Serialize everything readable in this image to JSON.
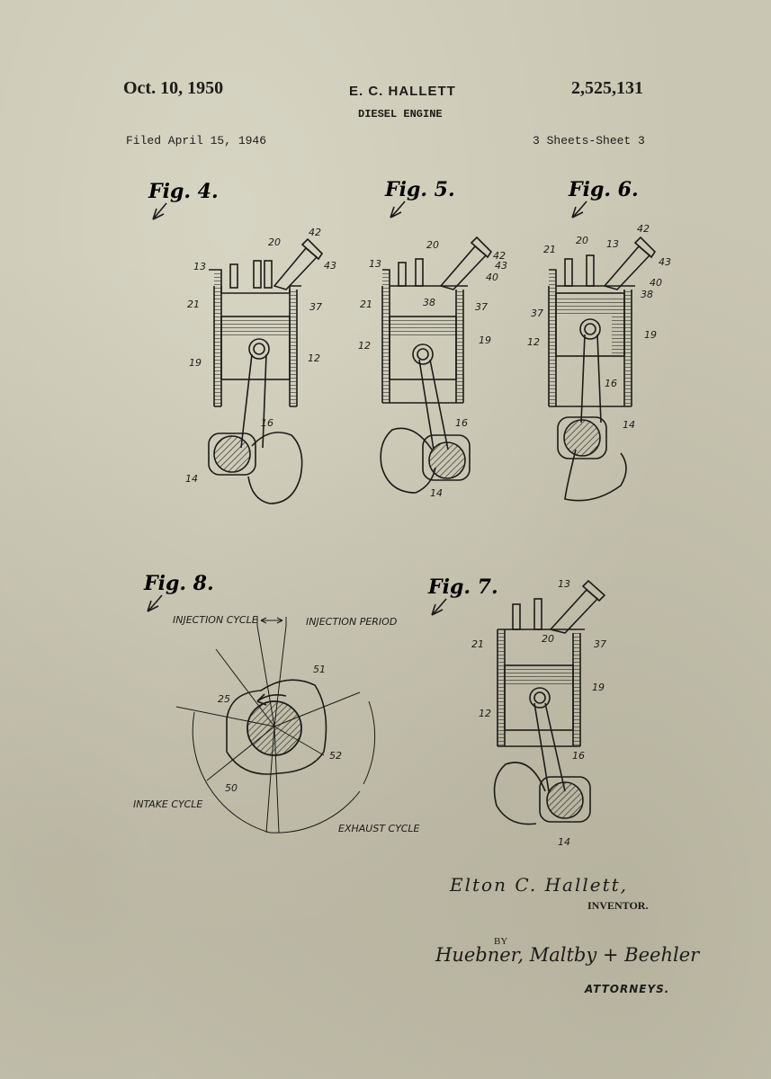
{
  "header": {
    "date": "Oct. 10, 1950",
    "inventor": "E. C. HALLETT",
    "patent_number": "2,525,131",
    "title": "DIESEL ENGINE",
    "filed": "Filed April 15, 1946",
    "sheets": "3 Sheets-Sheet 3"
  },
  "figures": {
    "fig4": {
      "label": "Fig. 4.",
      "refs": [
        "20",
        "42",
        "13",
        "43",
        "21",
        "37",
        "19",
        "12",
        "16",
        "14"
      ]
    },
    "fig5": {
      "label": "Fig. 5.",
      "refs": [
        "20",
        "13",
        "42",
        "43",
        "40",
        "21",
        "38",
        "37",
        "12",
        "19",
        "16",
        "14"
      ]
    },
    "fig6": {
      "label": "Fig. 6.",
      "refs": [
        "42",
        "21",
        "20",
        "13",
        "43",
        "40",
        "38",
        "37",
        "12",
        "19",
        "16",
        "14"
      ]
    },
    "fig7": {
      "label": "Fig. 7.",
      "refs": [
        "13",
        "21",
        "20",
        "37",
        "19",
        "12",
        "16",
        "14"
      ]
    },
    "fig8": {
      "label": "Fig. 8.",
      "injection_cycle": "INJECTION CYCLE",
      "injection_period": "INJECTION PERIOD",
      "intake_cycle": "INTAKE CYCLE",
      "exhaust_cycle": "EXHAUST CYCLE",
      "refs": [
        "51",
        "25",
        "52",
        "50"
      ]
    }
  },
  "signature": {
    "inventor_name": "Elton C. Hallett,",
    "inventor_role": "INVENTOR.",
    "by": "BY",
    "attorneys_signature": "Huebner, Maltby + Beehler",
    "attorneys_role": "ATTORNEYS."
  },
  "colors": {
    "paper": "#c9c6b3",
    "ink": "#1c1c18"
  }
}
